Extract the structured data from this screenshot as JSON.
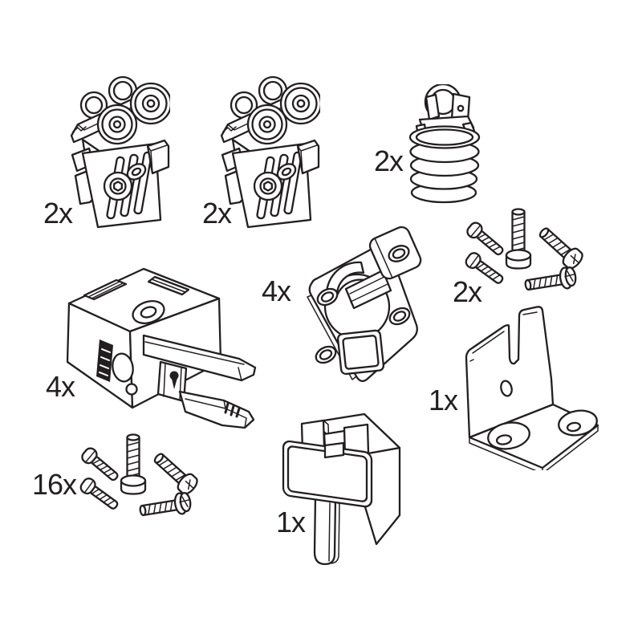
{
  "page": {
    "background": "#ffffff",
    "line_color": "#231f20",
    "description": "Sliding-door hardware parts overview diagram"
  },
  "parts": [
    {
      "id": "roller-carriage-1",
      "name": "twin roller carriage",
      "quantity_label": "2x"
    },
    {
      "id": "roller-carriage-2",
      "name": "twin roller carriage",
      "quantity_label": "2x"
    },
    {
      "id": "guide-roller",
      "name": "guide roller with ribbed barrel",
      "quantity_label": "2x"
    },
    {
      "id": "suspension-block",
      "name": "suspension fitting block with levers",
      "quantity_label": "4x"
    },
    {
      "id": "mounting-plate",
      "name": "mounting plate with latch",
      "quantity_label": "4x"
    },
    {
      "id": "screw-set-small",
      "name": "screw set",
      "quantity_label": "2x"
    },
    {
      "id": "angle-bracket",
      "name": "angle bracket with slot",
      "quantity_label": "1x"
    },
    {
      "id": "screw-set-large",
      "name": "screw set",
      "quantity_label": "16x"
    },
    {
      "id": "stop-block",
      "name": "stop block with tongue",
      "quantity_label": "1x"
    }
  ]
}
